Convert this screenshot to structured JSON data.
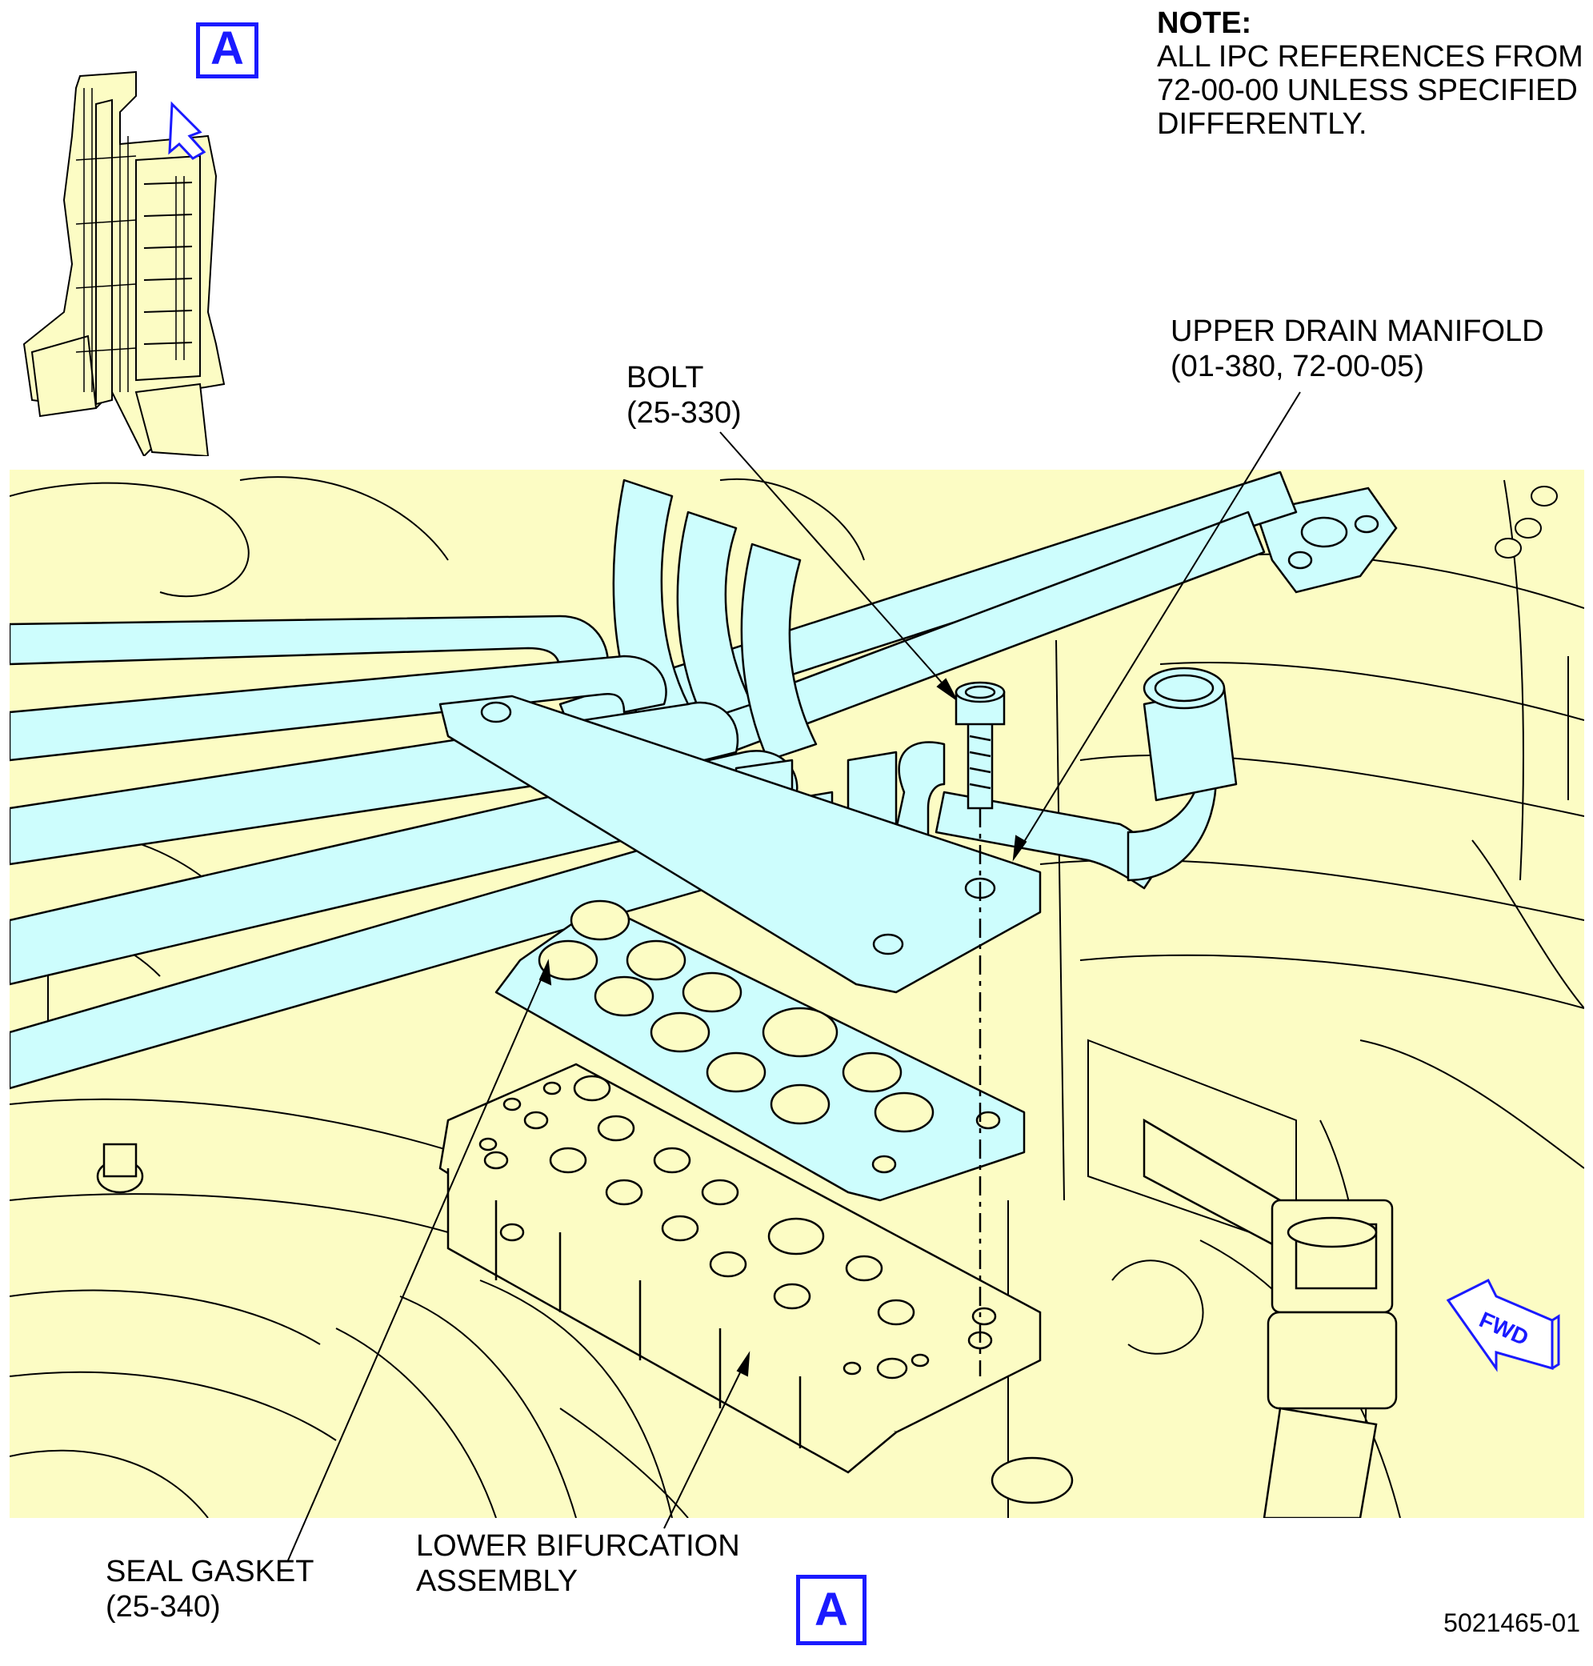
{
  "note": {
    "heading": "NOTE:",
    "lines": [
      "ALL IPC REFERENCES FROM",
      "72-00-00 UNLESS SPECIFIED",
      "DIFFERENTLY."
    ]
  },
  "view_marker": {
    "top": "A",
    "bottom": "A"
  },
  "callouts": {
    "bolt": {
      "name": "BOLT",
      "ref": "(25-330)"
    },
    "upper_drain_manifold": {
      "name": "UPPER DRAIN MANIFOLD",
      "ref": "(01-380, 72-00-05)"
    },
    "seal_gasket": {
      "name": "SEAL GASKET",
      "ref": "(25-340)"
    },
    "lower_bifurcation": {
      "name": "LOWER BIFURCATION",
      "ref": "ASSEMBLY"
    }
  },
  "fwd_arrow": "FWD",
  "document_number": "5021465-01",
  "colors": {
    "tube": "#cdfdfd",
    "background_part": "#fcfcc4",
    "marker": "#1a1aff",
    "line": "#000000"
  }
}
